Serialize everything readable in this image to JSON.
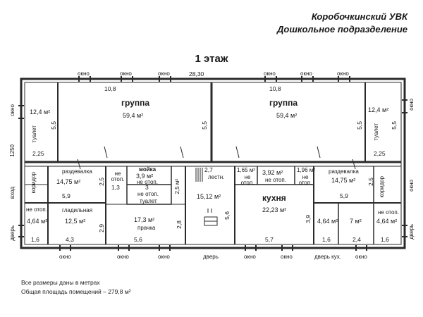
{
  "header": {
    "title": "Коробочкинский УВК",
    "subtitle": "Дошкольное подразделение"
  },
  "floor_title": "1 этаж",
  "dimensions": {
    "total_width": "28,30",
    "group_width_left": "10,8",
    "group_width_right": "10,8",
    "height_left": "1250"
  },
  "rooms": {
    "group_left": {
      "name": "группа",
      "area": "59,4 м²",
      "dim": "5,5"
    },
    "group_right": {
      "name": "группа",
      "area": "59,4 м²",
      "dim": "5,5"
    },
    "toilet_top_left": {
      "name": "туалет",
      "area": "12,4 м²",
      "dim_w": "2,25",
      "dim_h": "5,5"
    },
    "toilet_top_right": {
      "name": "туалет",
      "area": "12,4 м²",
      "dim_w": "2,25",
      "dim_h": "5,5"
    },
    "corridor_left": {
      "name": "коридор"
    },
    "cloakroom_left": {
      "name": "раздевалка",
      "area": "14,75 м²",
      "dim_w": "5,9",
      "dim_h": "2,5"
    },
    "not_heated_1": {
      "name": "не отоп.",
      "dim": "1,3"
    },
    "wash": {
      "name": "мойка",
      "area": "3,9 м²",
      "note": "не отоп.",
      "dim": "3"
    },
    "toilet_small": {
      "name": "не отоп.",
      "sub": "туалет"
    },
    "dim_2_5": "2,5 м²",
    "stairs": {
      "name": "лестн.",
      "dim": "2,7"
    },
    "hall_center": {
      "area": "15,12 м²",
      "dim_h": "5,6"
    },
    "small_165": {
      "area": "1,65 м²",
      "note": "не отоп."
    },
    "small_392": {
      "area": "3,92 м²",
      "note": "не отоп."
    },
    "small_196": {
      "area": "1,96 м²",
      "note": "не отоп."
    },
    "cloakroom_right": {
      "name": "раздевалка",
      "area": "14,75 м²",
      "dim_w": "5,9",
      "dim_h": "2,5"
    },
    "corridor_right": {
      "name": "коридор"
    },
    "ironing": {
      "name": "гладильная",
      "area": "12,5 м²",
      "dim_w": "4,3",
      "dim_h": "2,9"
    },
    "not_heated_left": {
      "name": "не отоп.",
      "area": "4,64 м²",
      "dim": "1,6"
    },
    "laundry": {
      "name": "прачка",
      "area": "17,3 м²",
      "dim_w": "5,6",
      "dim_h": "2,8"
    },
    "kitchen": {
      "name": "кухня",
      "area": "22,23 м²",
      "dim_w": "5,7",
      "dim_h": "3,9"
    },
    "room_464_mid": {
      "area": "4,64 м²",
      "dim": "1,6"
    },
    "room_7": {
      "area": "7 м²",
      "dim": "2,4"
    },
    "room_464_right": {
      "name": "не отоп.",
      "area": "4,64 м²",
      "dim": "1,6"
    }
  },
  "openings": {
    "window": "окно",
    "door": "дверь",
    "entrance": "вход",
    "kitchen_door": "дверь кух."
  },
  "notes": {
    "line1": "Все размеры даны в метрах",
    "line2": "Общая площадь помещений – 279,8 м²"
  }
}
